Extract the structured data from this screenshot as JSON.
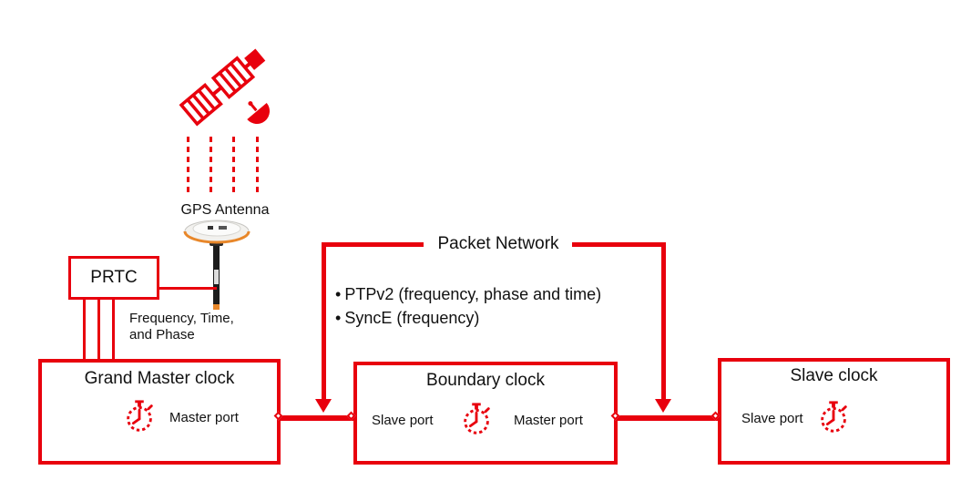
{
  "colors": {
    "accent_red": "#e8000d",
    "text": "#111111",
    "antenna_orange": "#e8872a"
  },
  "gps": {
    "label": "GPS Antenna"
  },
  "prtc": {
    "label": "PRTC",
    "output_line1": "Frequency, Time,",
    "output_line2": "and Phase"
  },
  "packet_network": {
    "label": "Packet Network"
  },
  "protocols": {
    "bullet": "•",
    "items": [
      "PTPv2 (frequency, phase and time)",
      "SyncE (frequency)"
    ]
  },
  "clocks": {
    "grand_master": {
      "title": "Grand Master clock",
      "master_port_label": "Master port"
    },
    "boundary": {
      "title": "Boundary clock",
      "slave_port_label": "Slave port",
      "master_port_label": "Master port"
    },
    "slave": {
      "title": "Slave clock",
      "slave_port_label": "Slave port"
    }
  }
}
